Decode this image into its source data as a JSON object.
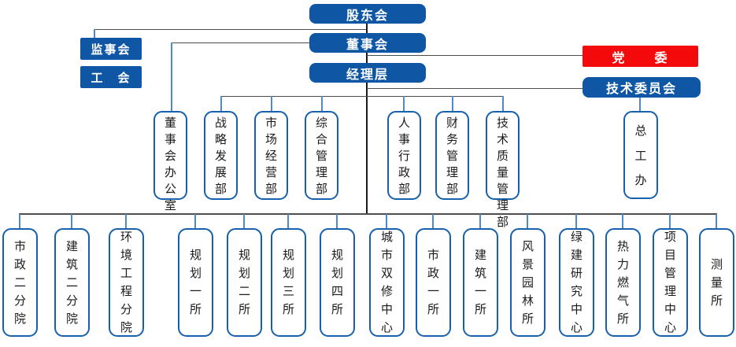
{
  "colors": {
    "box_blue": "#0F57A4",
    "box_red": "#F40A0A",
    "border_blue": "#1760AE",
    "line_gray": "#4D4D4D",
    "line_black": "#1A1A1A",
    "line_blue": "#4E8AC9",
    "text_white": "#FFFFFF",
    "text_black": "#1A1A1A"
  },
  "top_chain": [
    {
      "label": "股东会"
    },
    {
      "label": "董事会"
    },
    {
      "label": "经理层"
    }
  ],
  "left_boxes": [
    {
      "label": "监事会"
    },
    {
      "label": "工　会"
    }
  ],
  "right_boxes": [
    {
      "label": "党　　委"
    },
    {
      "label": "技术委员会"
    }
  ],
  "departments": [
    {
      "label": "董事会办公室"
    },
    {
      "label": "战略发展部"
    },
    {
      "label": "市场经营部"
    },
    {
      "label": "综合管理部"
    },
    {
      "label": "人事行政部"
    },
    {
      "label": "财务管理部"
    },
    {
      "label": "技术质量管理部"
    },
    {
      "label": "总工办"
    }
  ],
  "bottom_row": [
    {
      "label": "市政二分院"
    },
    {
      "label": "建筑二分院"
    },
    {
      "label": "环境工程分院"
    },
    {
      "label": "规划一所"
    },
    {
      "label": "规划二所"
    },
    {
      "label": "规划三所"
    },
    {
      "label": "规划四所"
    },
    {
      "label": "城市双修中心"
    },
    {
      "label": "市政一所"
    },
    {
      "label": "建筑一所"
    },
    {
      "label": "风景园林所"
    },
    {
      "label": "绿建研究中心"
    },
    {
      "label": "热力燃气所"
    },
    {
      "label": "项目管理中心"
    },
    {
      "label": "测量所"
    }
  ]
}
